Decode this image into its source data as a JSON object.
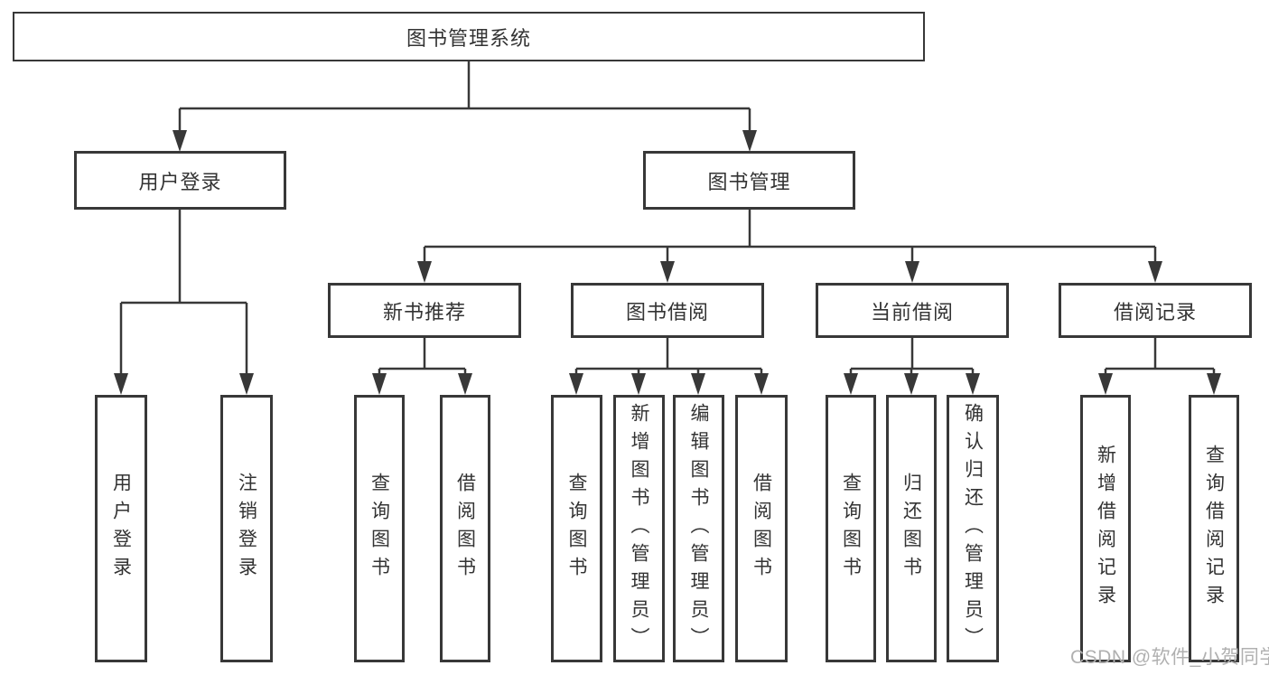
{
  "tree": {
    "root": {
      "label": "图书管理系统",
      "children": [
        {
          "label": "用户登录",
          "children": [
            {
              "label": "用户登录"
            },
            {
              "label": "注销登录"
            }
          ]
        },
        {
          "label": "图书管理",
          "children": [
            {
              "label": "新书推荐",
              "children": [
                {
                  "label": "查询图书"
                },
                {
                  "label": "借阅图书"
                }
              ]
            },
            {
              "label": "图书借阅",
              "children": [
                {
                  "label": "查询图书"
                },
                {
                  "label": "新增图书（管理员）"
                },
                {
                  "label": "编辑图书（管理员）"
                },
                {
                  "label": "借阅图书"
                }
              ]
            },
            {
              "label": "当前借阅",
              "children": [
                {
                  "label": "查询图书"
                },
                {
                  "label": "归还图书"
                },
                {
                  "label": "确认归还（管理员）"
                }
              ]
            },
            {
              "label": "借阅记录",
              "children": [
                {
                  "label": "新增借阅记录"
                },
                {
                  "label": "查询借阅记录"
                }
              ]
            }
          ]
        }
      ]
    }
  },
  "watermark": "CSDN @软件_小贺同学",
  "colors": {
    "line": "#383838",
    "border": "#383838",
    "text": "#333333",
    "background": "#ffffff",
    "watermark": "#b0b0b0"
  }
}
